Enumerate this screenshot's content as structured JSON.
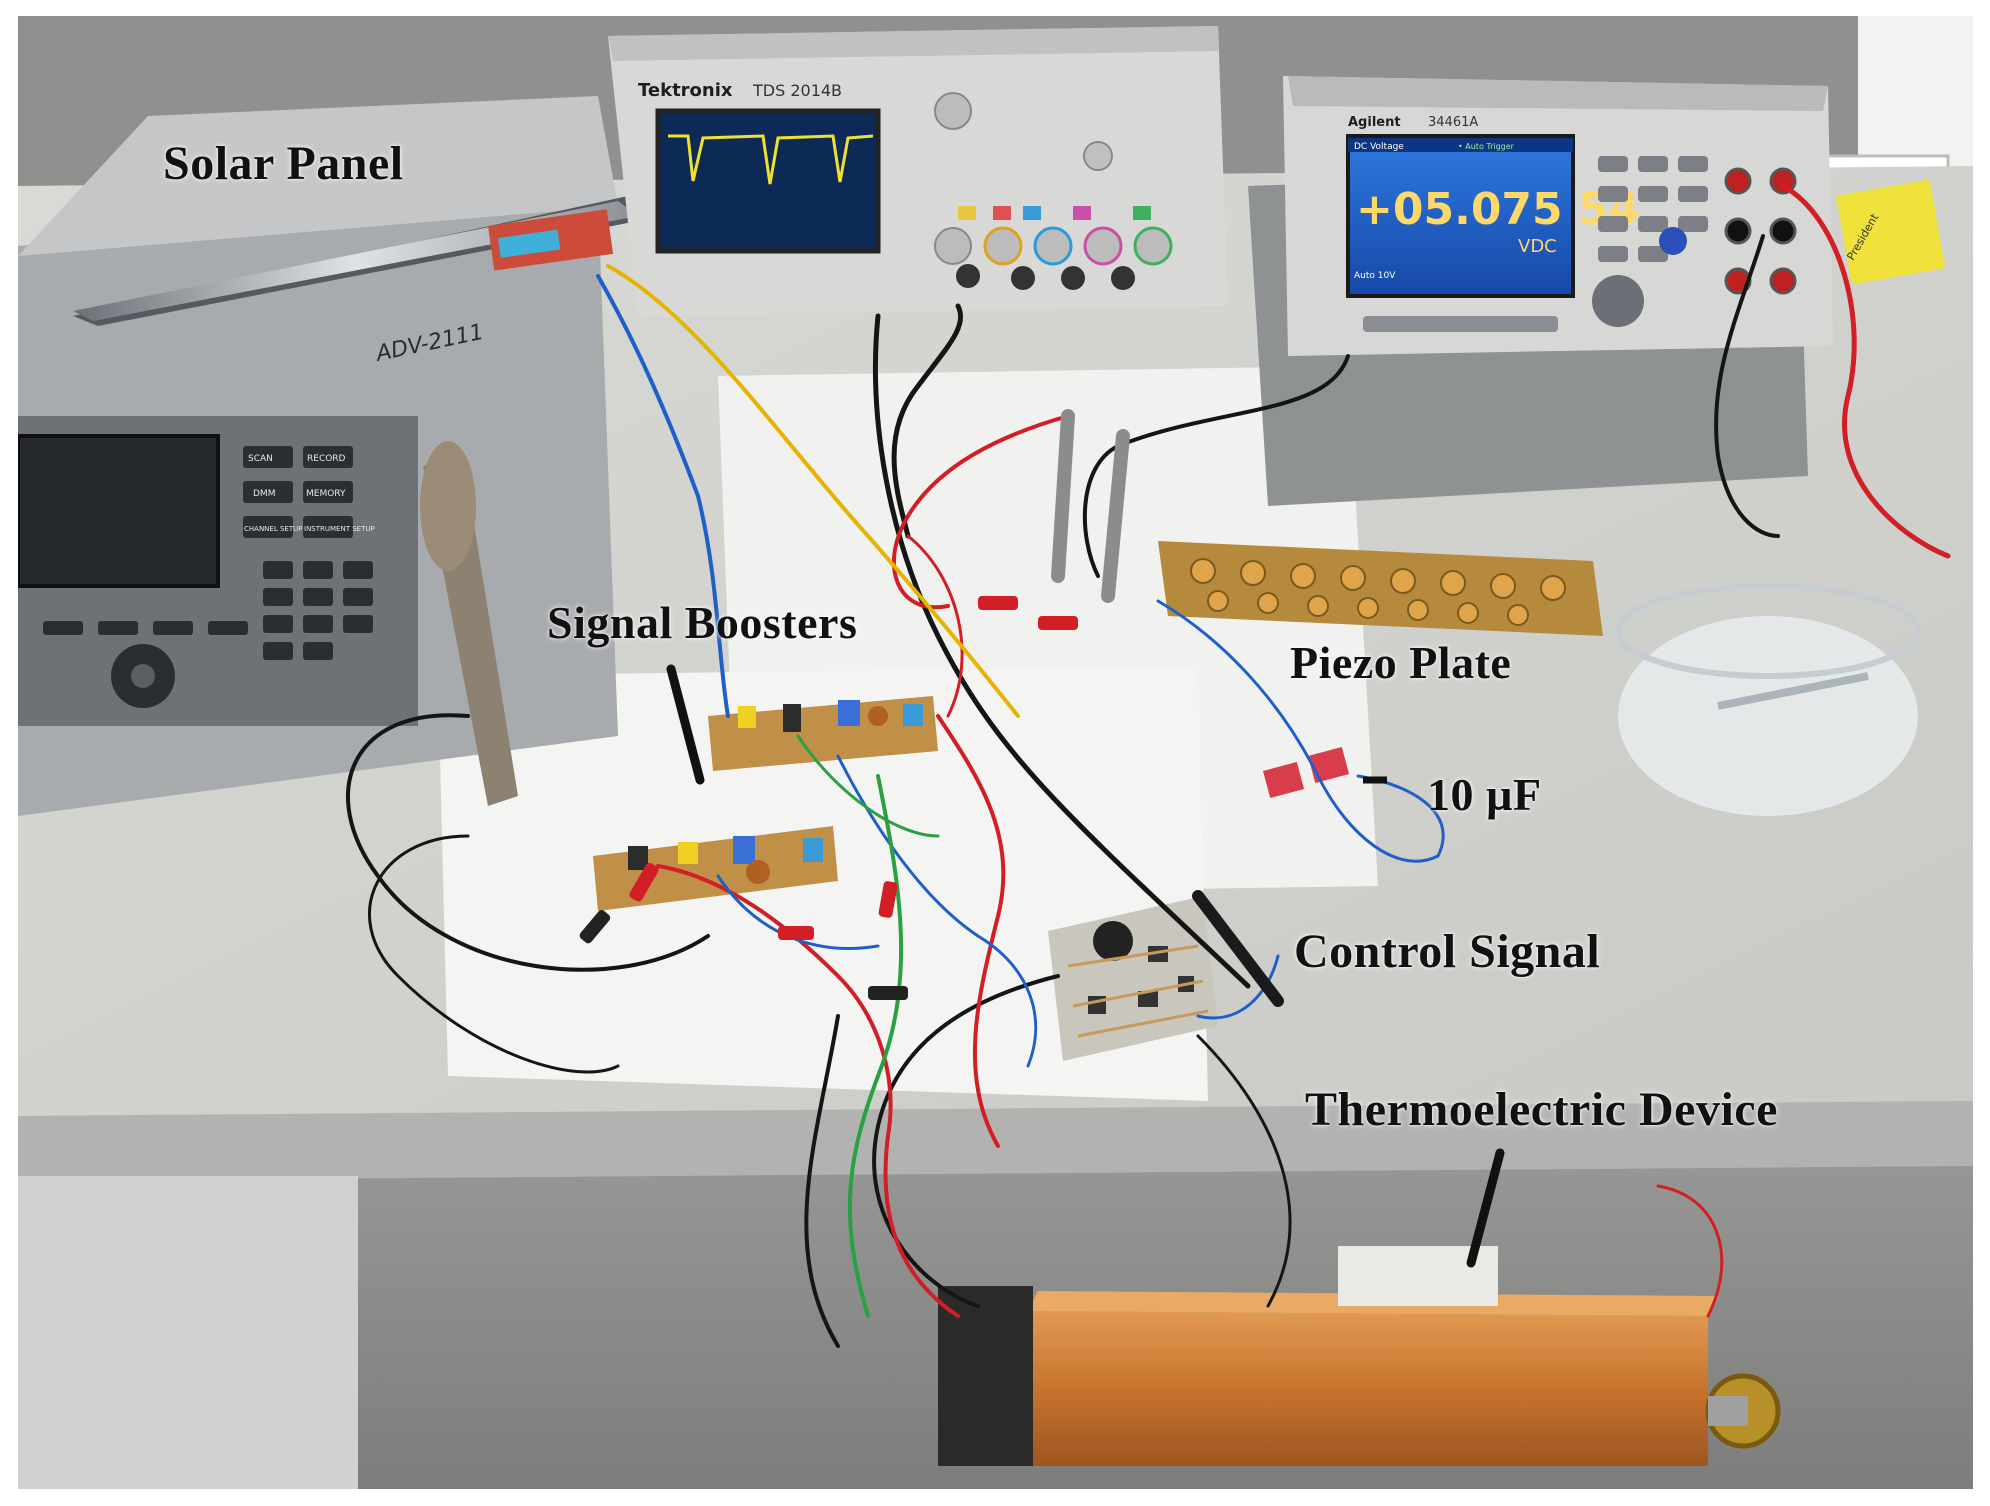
{
  "labels": {
    "solar_panel": "Solar Panel",
    "signal_boosters": "Signal Boosters",
    "piezo_plate": "Piezo  Plate",
    "capacitor": "10 µF",
    "control_signal": "Control Signal",
    "thermoelectric": "Thermoelectric Device"
  },
  "instruments": {
    "oscilloscope_brand": "Tektronix",
    "oscilloscope_model": "TDS 2014B",
    "multimeter_brand": "Agilent",
    "multimeter_model": "34461A",
    "multimeter_mode": "DC Voltage",
    "multimeter_trigger": "• Auto Trigger",
    "multimeter_reading": "+05.075 54",
    "multimeter_unit": "VDC",
    "multimeter_range": "Auto 10V",
    "daq_buttons": [
      "SCAN",
      "RECORD",
      "DMM",
      "MEMORY",
      "CHANNEL SETUP",
      "INSTRUMENT SETUP"
    ],
    "daq_sticker": "ADV-2111",
    "side_sticker": "President"
  },
  "colors": {
    "wire_red": "#d21f26",
    "wire_blue": "#1f5fc8",
    "wire_yellow": "#e6b400",
    "wire_green": "#2aa140",
    "wire_black": "#151515",
    "copper": "#c97a32",
    "display_blue": "#1a5fc4",
    "pcb_tan": "#b58a3c"
  }
}
